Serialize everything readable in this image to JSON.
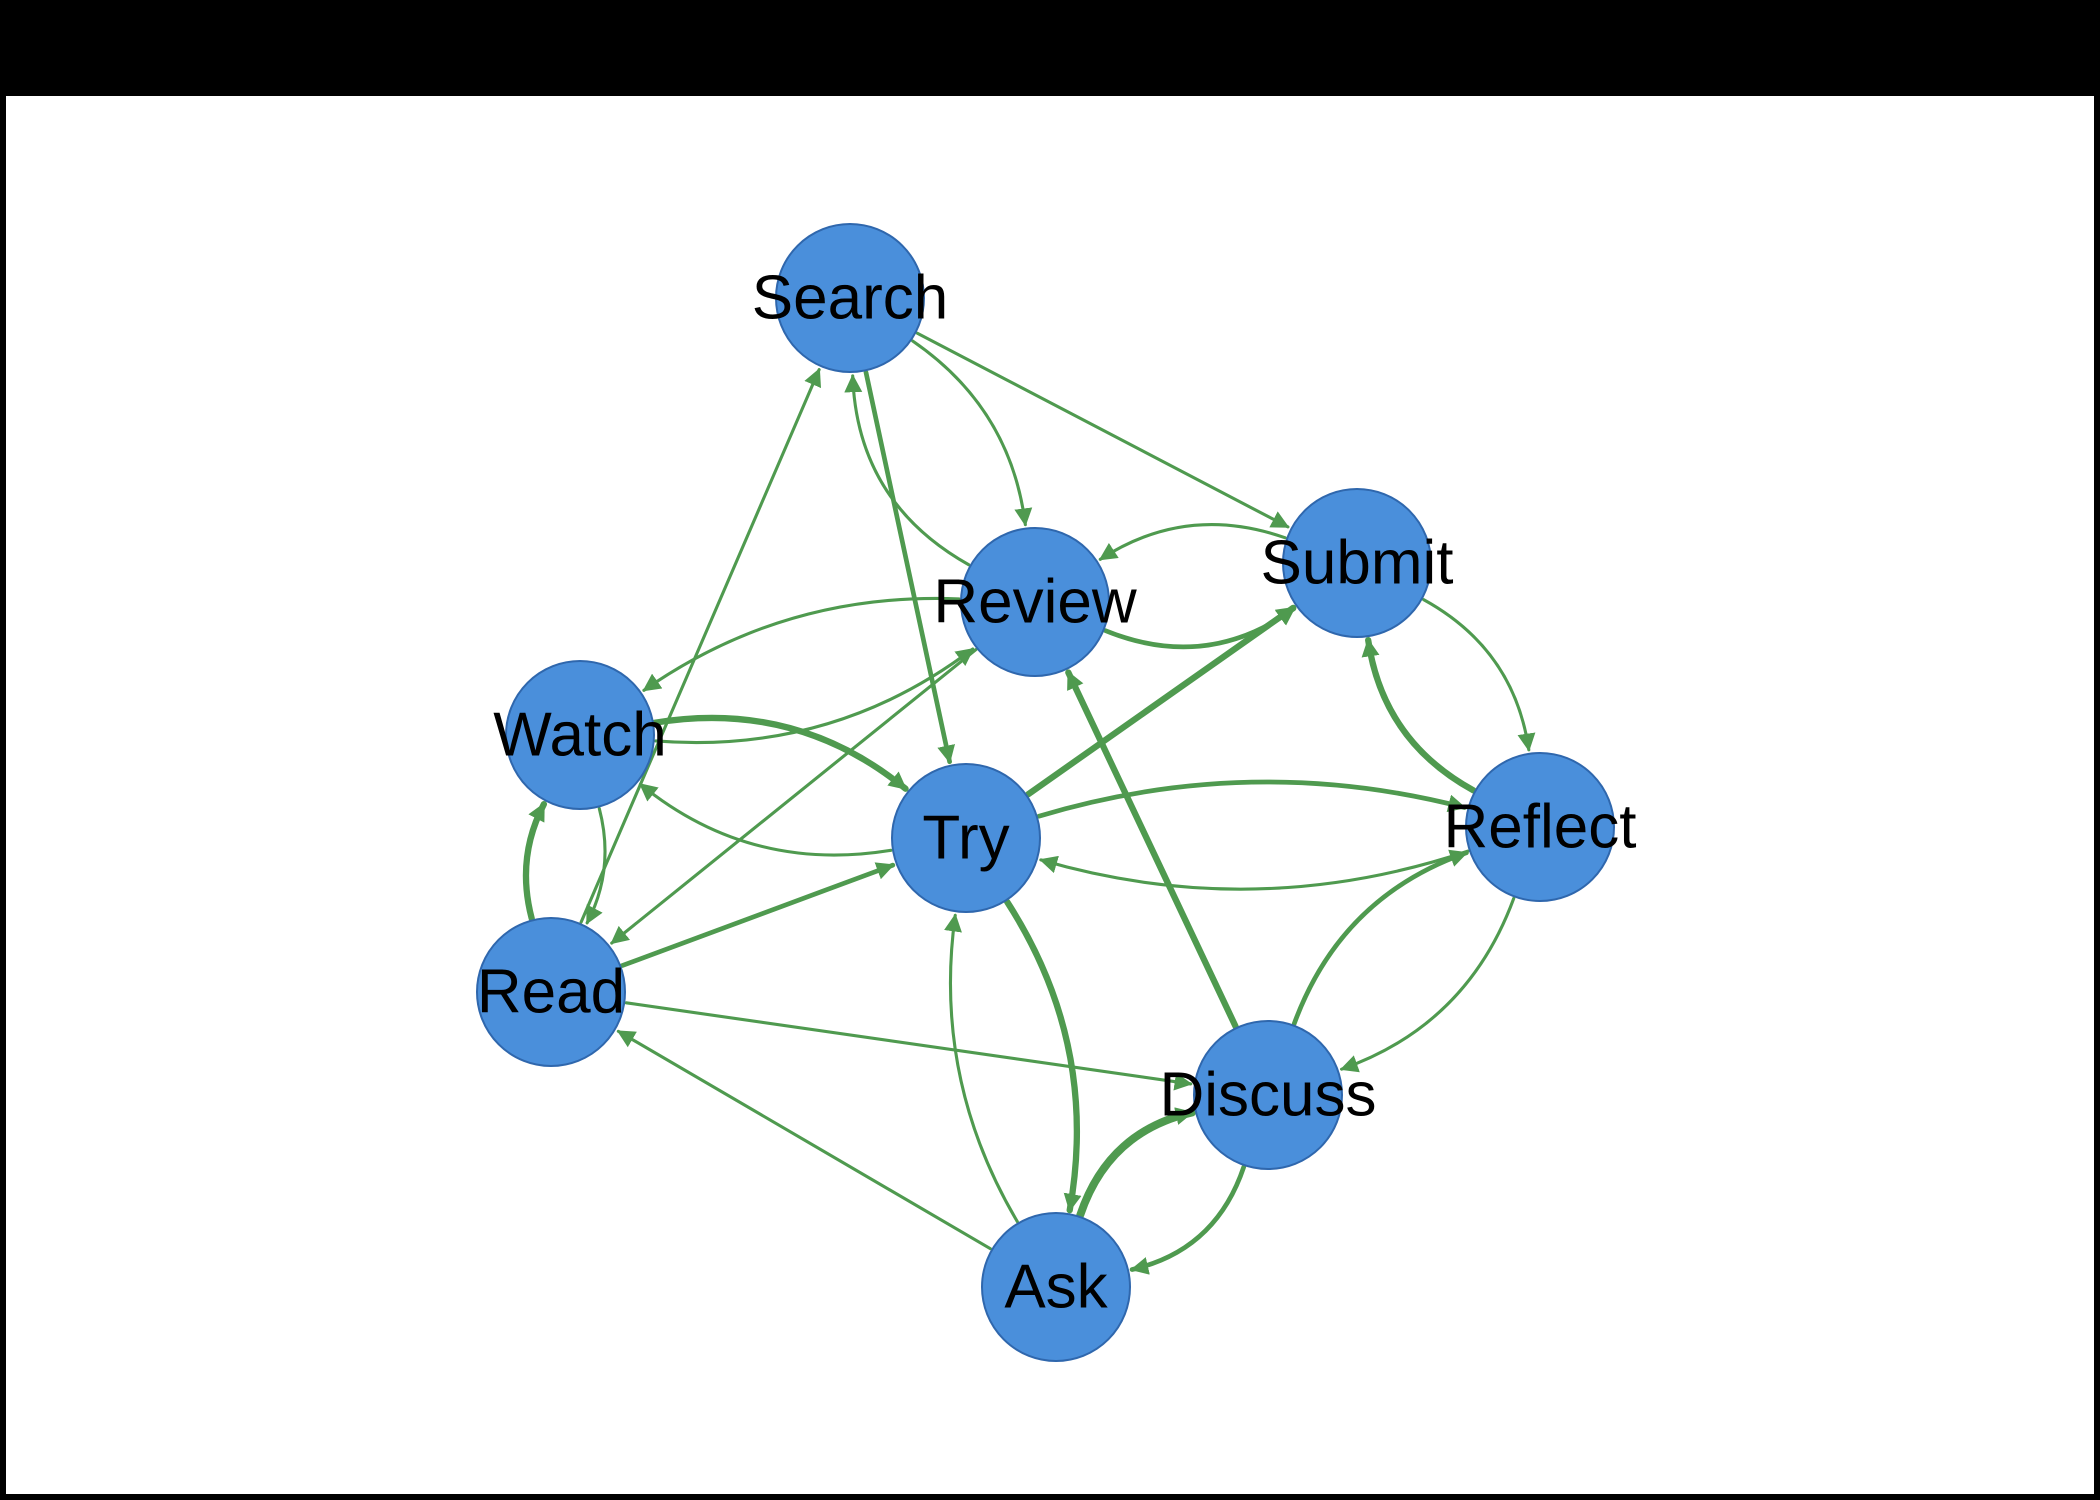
{
  "colors": {
    "background": "#000000",
    "plot_background": "#ffffff",
    "node_fill": "#4a8fdb",
    "node_stroke": "#2f67ad",
    "edge": "#4f9a4f",
    "label": "#000000"
  },
  "nodes": [
    {
      "id": "search",
      "label": "Search"
    },
    {
      "id": "submit",
      "label": "Submit"
    },
    {
      "id": "review",
      "label": "Review"
    },
    {
      "id": "watch",
      "label": "Watch"
    },
    {
      "id": "try",
      "label": "Try"
    },
    {
      "id": "reflect",
      "label": "Reflect"
    },
    {
      "id": "read",
      "label": "Read"
    },
    {
      "id": "discuss",
      "label": "Discuss"
    },
    {
      "id": "ask",
      "label": "Ask"
    }
  ],
  "edges": [
    {
      "from": "search",
      "to": "submit",
      "weight": 1
    },
    {
      "from": "search",
      "to": "try",
      "weight": 2
    },
    {
      "from": "search",
      "to": "review",
      "weight": 1
    },
    {
      "from": "review",
      "to": "search",
      "weight": 1
    },
    {
      "from": "review",
      "to": "submit",
      "weight": 2
    },
    {
      "from": "submit",
      "to": "review",
      "weight": 1
    },
    {
      "from": "review",
      "to": "watch",
      "weight": 1
    },
    {
      "from": "watch",
      "to": "review",
      "weight": 1
    },
    {
      "from": "review",
      "to": "read",
      "weight": 1
    },
    {
      "from": "read",
      "to": "search",
      "weight": 1
    },
    {
      "from": "watch",
      "to": "try",
      "weight": 3
    },
    {
      "from": "try",
      "to": "watch",
      "weight": 1
    },
    {
      "from": "watch",
      "to": "read",
      "weight": 1
    },
    {
      "from": "read",
      "to": "watch",
      "weight": 3
    },
    {
      "from": "read",
      "to": "try",
      "weight": 2
    },
    {
      "from": "try",
      "to": "submit",
      "weight": 3
    },
    {
      "from": "submit",
      "to": "reflect",
      "weight": 1
    },
    {
      "from": "reflect",
      "to": "submit",
      "weight": 3
    },
    {
      "from": "reflect",
      "to": "try",
      "weight": 1
    },
    {
      "from": "try",
      "to": "reflect",
      "weight": 2
    },
    {
      "from": "try",
      "to": "ask",
      "weight": 3
    },
    {
      "from": "ask",
      "to": "try",
      "weight": 1
    },
    {
      "from": "discuss",
      "to": "review",
      "weight": 3
    },
    {
      "from": "reflect",
      "to": "discuss",
      "weight": 1
    },
    {
      "from": "discuss",
      "to": "reflect",
      "weight": 2
    },
    {
      "from": "read",
      "to": "discuss",
      "weight": 1
    },
    {
      "from": "ask",
      "to": "discuss",
      "weight": 4
    },
    {
      "from": "discuss",
      "to": "ask",
      "weight": 2
    },
    {
      "from": "ask",
      "to": "read",
      "weight": 1
    }
  ]
}
